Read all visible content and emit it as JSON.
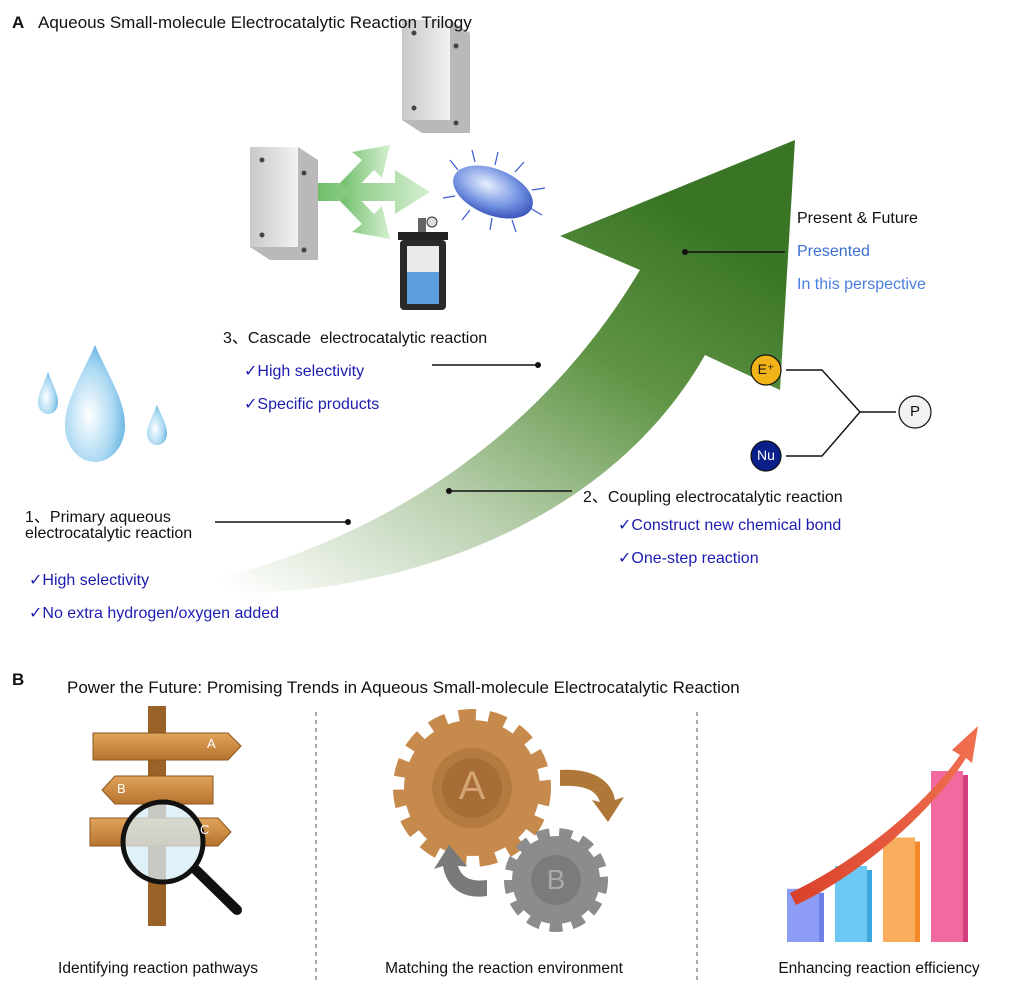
{
  "panel_a": {
    "letter": "A",
    "title": "Aqueous Small-molecule Electrocatalytic Reaction Trilogy",
    "stage1": {
      "title_line1": "1、Primary aqueous",
      "title_line2": "electrocatalytic reaction",
      "features": [
        "✓High selectivity",
        "✓No extra hydrogen/oxygen added"
      ]
    },
    "stage2": {
      "title": "2、Coupling electrocatalytic reaction",
      "features": [
        "✓Construct new chemical bond",
        "✓One-step reaction"
      ],
      "nodes": {
        "electrophile": "E⁺",
        "nucleophile": "Nu",
        "product": "P"
      }
    },
    "stage3": {
      "title": "3、Cascade  electrocatalytic reaction",
      "features": [
        "✓High selectivity",
        "✓Specific products"
      ]
    },
    "future": {
      "line1": "Present & Future",
      "line2": "Presented",
      "line3": "In this perspective"
    },
    "colors": {
      "arrow": "#3f7a2a",
      "feature_text": "#1c1cb0",
      "electrophile": "#f2b318",
      "nucleophile": "#0a1f8a"
    }
  },
  "panel_b": {
    "letter": "B",
    "title": "Power the Future: Promising Trends in Aqueous Small-molecule Electrocatalytic Reaction",
    "signpost_letters": [
      "A",
      "B",
      "C"
    ],
    "gear_letters": [
      "A",
      "B"
    ],
    "captions": [
      "Identifying reaction pathways",
      "Matching the reaction environment",
      "Enhancing reaction efficiency"
    ],
    "bar_levels": [
      0.28,
      0.4,
      0.55,
      0.9
    ]
  }
}
